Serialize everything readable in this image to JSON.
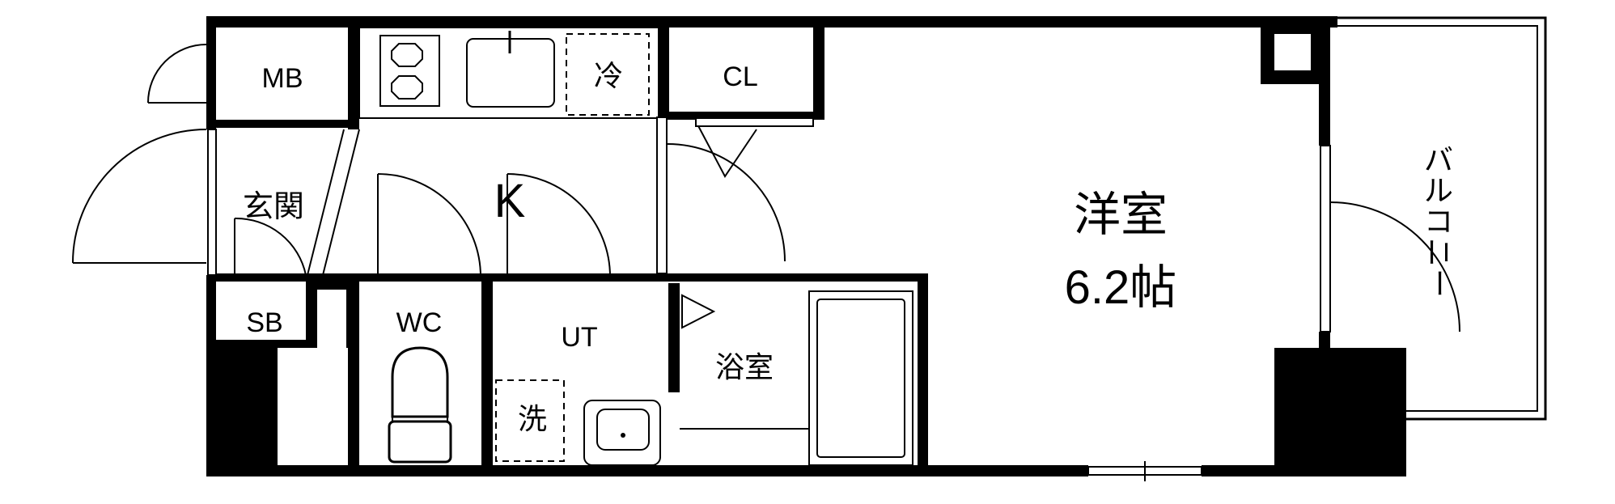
{
  "floor_plan": {
    "rooms": {
      "mb": "MB",
      "kitchen_fridge": "冷",
      "closet": "CL",
      "entrance": "玄関",
      "kitchen": "K",
      "western_room": "洋室",
      "western_room_size": "6.2帖",
      "shoe_box": "SB",
      "toilet": "WC",
      "utility": "UT",
      "washer": "洗",
      "bathroom": "浴室",
      "balcony": [
        "バ",
        "ル",
        "コ",
        "ニ",
        "ー"
      ]
    },
    "colors": {
      "wall": "#000000",
      "background": "#ffffff"
    }
  }
}
